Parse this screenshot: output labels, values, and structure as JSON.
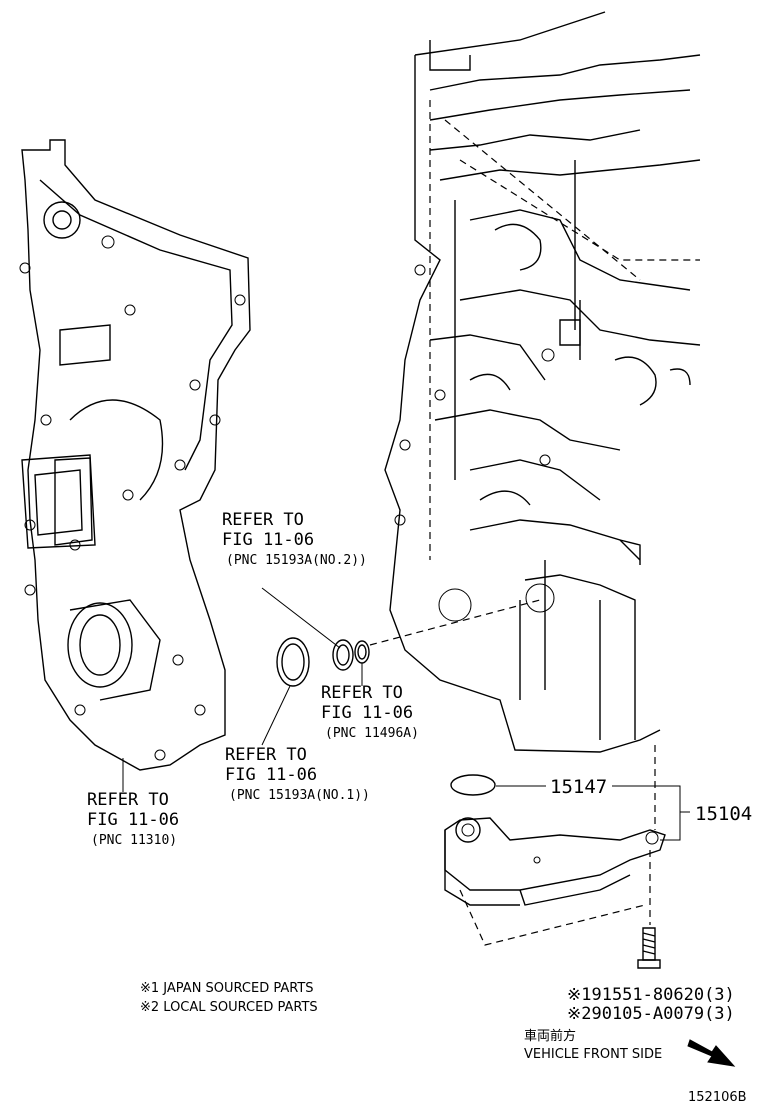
{
  "callouts": {
    "oil_seal_no2": {
      "line1": "REFER TO",
      "line2": "FIG 11-06",
      "line3": "(PNC 15193A(NO.2))"
    },
    "timing_cover": {
      "line1": "REFER TO",
      "line2": "FIG 11-06",
      "line3": "(PNC 11310)"
    },
    "o_ring_11496": {
      "line1": "REFER TO",
      "line2": "FIG 11-06",
      "line3": "(PNC 11496A)"
    },
    "oil_seal_no1": {
      "line1": "REFER TO",
      "line2": "FIG 11-06",
      "line3": "(PNC 15193A(NO.1))"
    }
  },
  "part_numbers": {
    "gasket": "15147",
    "assembly": "15104",
    "bolt_japan": "※191551-80620(3)",
    "bolt_local": "※290105-A0079(3)"
  },
  "notes": {
    "japan": "※1 JAPAN SOURCED PARTS",
    "local": "※2 LOCAL SOURCED PARTS"
  },
  "direction": {
    "japanese": "車両前方",
    "english": "VEHICLE FRONT SIDE"
  },
  "figure_id": "152106B"
}
